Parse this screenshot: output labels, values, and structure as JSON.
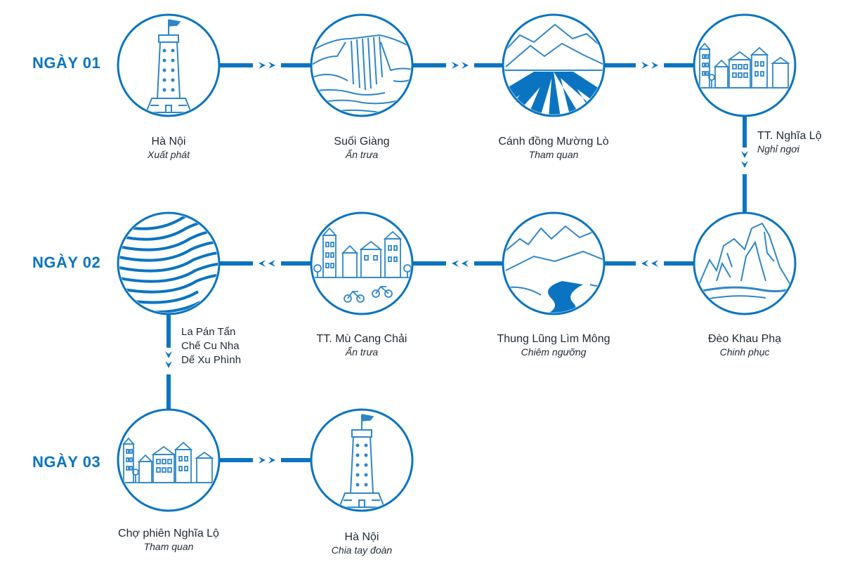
{
  "colors": {
    "accent": "#0b74c1",
    "stroke": "#2f86c8",
    "text": "#1f2a33",
    "fill_light": "#dcefff"
  },
  "days": [
    {
      "label": "NGÀY 01"
    },
    {
      "label": "NGÀY 02"
    },
    {
      "label": "NGÀY 03"
    }
  ],
  "stops": [
    {
      "name": "Hà Nội",
      "note": "Xuất phát",
      "icon": "lighthouse-icon"
    },
    {
      "name": "Suối Giàng",
      "note": "Ẩn trưa",
      "icon": "waterfall-icon"
    },
    {
      "name": "Cánh đồng Mường Lò",
      "note": "Tham quan",
      "icon": "fields-icon"
    },
    {
      "name": "TT. Nghĩa Lộ",
      "note": "Nghỉ ngơi",
      "icon": "town-icon"
    },
    {
      "name": "Đèo Khau Phạ",
      "note": "Chinh phục",
      "icon": "karst-mountain-icon"
    },
    {
      "name": "Thung Lũng Lìm Mông",
      "note": "Chiêm ngưỡng",
      "icon": "valley-icon"
    },
    {
      "name": "TT. Mù Cang Chải",
      "note": "Ẩn trưa",
      "icon": "town-bikes-icon"
    },
    {
      "name": "",
      "note": "",
      "icon": "rice-terraces-icon"
    },
    {
      "name": "Chợ phiên Nghĩa Lộ",
      "note": "Tham quan",
      "icon": "town-icon"
    },
    {
      "name": "Hà Nội",
      "note": "Chia tay đoàn",
      "icon": "lighthouse-icon"
    }
  ],
  "via": [
    "La Pán Tẩn",
    "Chế Cu Nha",
    "Dế Xu Phình"
  ]
}
